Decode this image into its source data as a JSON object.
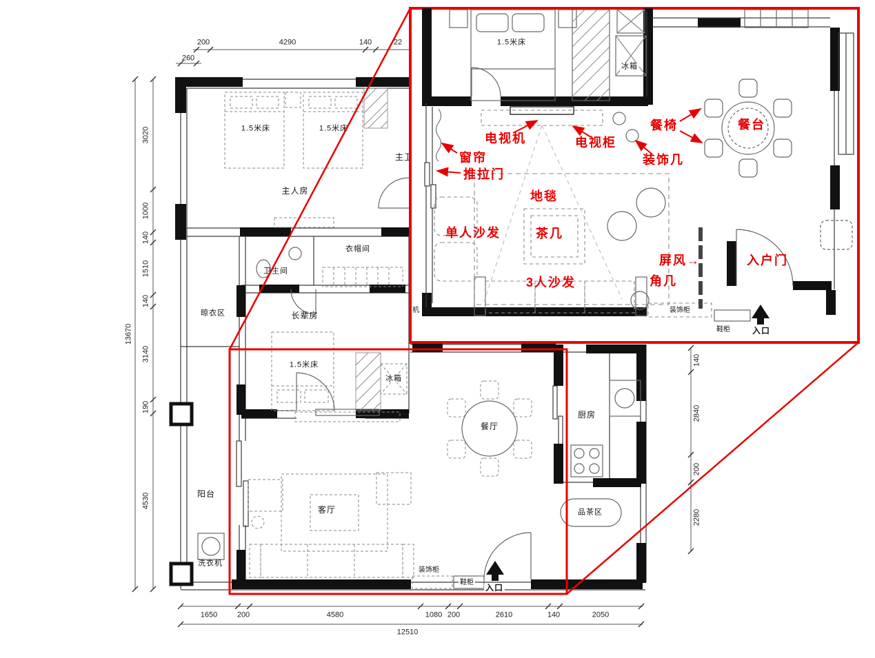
{
  "colors": {
    "annotation_red": "#e80000",
    "wall_black": "#111111"
  },
  "main_plan": {
    "rooms": {
      "master_bedroom": "主人房",
      "master_bath": "主卫",
      "bathroom": "卫生间",
      "cloakroom": "衣帽间",
      "drying_area": "晾衣区",
      "elder_room": "长辈房",
      "balcony": "阳台",
      "living_room": "客厅",
      "dining_room": "餐厅",
      "kitchen": "厨房",
      "tea_area": "品茶区"
    },
    "furniture": {
      "bed_master_left": "1.5米床",
      "bed_master_right": "1.5米床",
      "bed_elder": "1.5米床",
      "fridge": "冰箱",
      "washing_machine": "洗衣机",
      "deco_cabinet": "装饰柜",
      "shoe_cabinet": "鞋柜",
      "entrance": "入口"
    },
    "dims_top": [
      "200",
      "4290",
      "140",
      "22"
    ],
    "dim_top_sub": "260",
    "dims_left": [
      "3020",
      "1000",
      "140",
      "1510",
      "140",
      "3140",
      "190",
      "4530"
    ],
    "dim_left_total": "13670",
    "dims_bottom": [
      "1650",
      "200",
      "4580",
      "1080",
      "200",
      "2610",
      "140",
      "2050"
    ],
    "dim_bottom_total": "12510",
    "dims_right": [
      "140",
      "2840",
      "200",
      "2280"
    ]
  },
  "inset": {
    "plan_labels": {
      "bed": "1.5米床",
      "fridge": "冰箱",
      "deco_cabinet": "装饰柜",
      "shoe_cabinet": "鞋柜",
      "entrance": "入口",
      "ac_partial": "机"
    },
    "annotations": {
      "dining_chair": "餐椅",
      "dining_table": "餐台",
      "tv": "电视机",
      "tv_cabinet": "电视柜",
      "curtain": "窗帘",
      "deco_side_table": "装饰几",
      "sliding_door": "推拉门",
      "carpet": "地毯",
      "single_sofa": "单人沙发",
      "tea_table": "茶几",
      "screen": "屏风→",
      "entry_door": "入户门",
      "corner_table": "角几",
      "three_seat_sofa": "3人沙发"
    }
  }
}
